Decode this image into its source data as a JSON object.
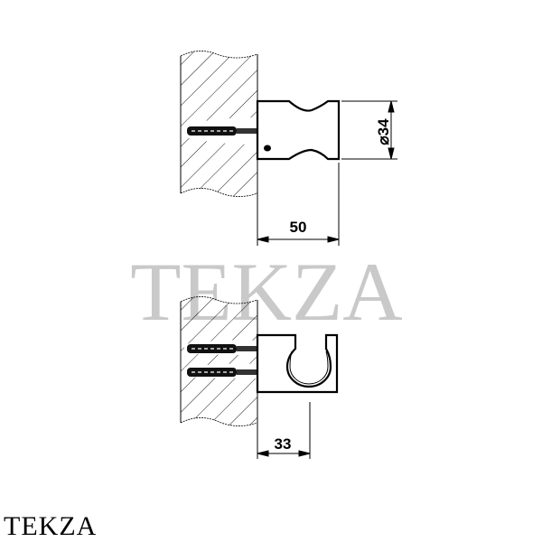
{
  "watermark": "TEKZA",
  "logo": "TEKZA",
  "top_view": {
    "diameter_label": "⌀34",
    "depth_label": "50"
  },
  "bottom_view": {
    "depth_label": "33"
  },
  "colors": {
    "line": "#000000",
    "watermark": "#c9c9c9"
  }
}
